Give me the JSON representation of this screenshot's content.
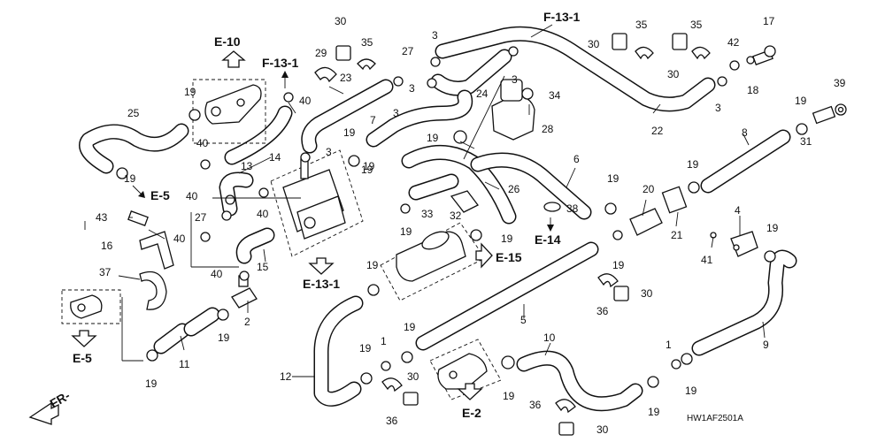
{
  "references": {
    "e10": "E-10",
    "f131a": "F-13-1",
    "f131b": "F-13-1",
    "e5a": "E-5",
    "e5b": "E-5",
    "e131": "E-13-1",
    "e14": "E-14",
    "e15": "E-15",
    "e2": "E-2",
    "fr": "FR-"
  },
  "diagram_code": "HW1AF2501A",
  "callouts": {
    "c1a": "1",
    "c1b": "1",
    "c2": "2",
    "c3a": "3",
    "c3b": "3",
    "c3c": "3",
    "c3d": "3",
    "c3e": "3",
    "c3f": "3",
    "c4": "4",
    "c5": "5",
    "c6": "6",
    "c7": "7",
    "c8": "8",
    "c9": "9",
    "c10": "10",
    "c11": "11",
    "c12": "12",
    "c13": "13",
    "c14": "14",
    "c15": "15",
    "c16": "16",
    "c17": "17",
    "c18": "18",
    "c19a": "19",
    "c19b": "19",
    "c19c": "19",
    "c19d": "19",
    "c19e": "19",
    "c19f": "19",
    "c19g": "19",
    "c19h": "19",
    "c19i": "19",
    "c19j": "19",
    "c19k": "19",
    "c19l": "19",
    "c19m": "19",
    "c19n": "19",
    "c19o": "19",
    "c19p": "19",
    "c19q": "19",
    "c19r": "19",
    "c19s": "19",
    "c19t": "19",
    "c19u": "19",
    "c20": "20",
    "c21": "21",
    "c22": "22",
    "c23": "23",
    "c24": "24",
    "c25": "25",
    "c26": "26",
    "c27a": "27",
    "c27b": "27",
    "c28": "28",
    "c29": "29",
    "c30a": "30",
    "c30b": "30",
    "c30c": "30",
    "c30d": "30",
    "c30e": "30",
    "c30f": "30",
    "c31": "31",
    "c32": "32",
    "c33": "33",
    "c34": "34",
    "c35a": "35",
    "c35b": "35",
    "c35c": "35",
    "c36a": "36",
    "c36b": "36",
    "c36c": "36",
    "c37": "37",
    "c38": "38",
    "c39": "39",
    "c40a": "40",
    "c40b": "40",
    "c40c": "40",
    "c40d": "40",
    "c40e": "40",
    "c40f": "40",
    "c41": "41",
    "c42": "42",
    "c43": "43"
  }
}
